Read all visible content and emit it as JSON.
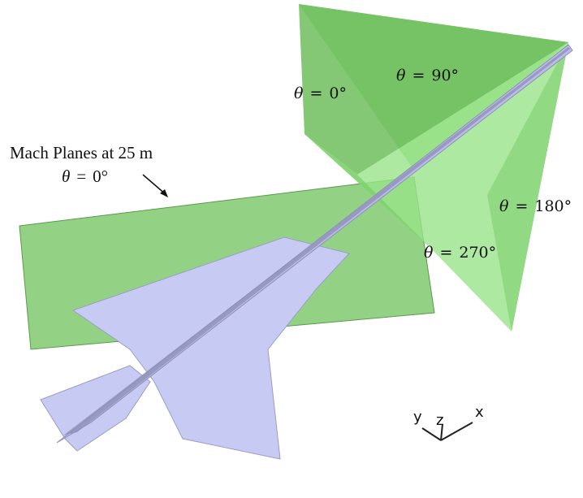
{
  "caption": {
    "line1": "Mach Planes at 25 m"
  },
  "labels": {
    "theta_symbol": "θ",
    "equals": "=",
    "mach_0": "0°",
    "cone_0": "0°",
    "cone_90": "90°",
    "cone_180": "180°",
    "cone_270": "270°"
  },
  "axes": {
    "x": "x",
    "y": "y",
    "z": "z"
  },
  "colors": {
    "plane_green": "#7dd66b",
    "plane_dark": "#4f9b45",
    "aircraft": "#c5c8f0",
    "aircraft_shade": "#8e90b6"
  }
}
